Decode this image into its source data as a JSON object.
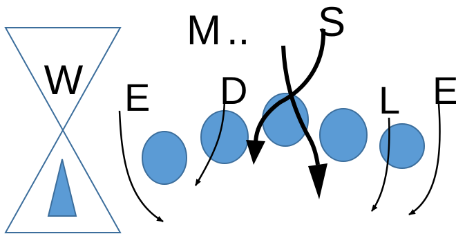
{
  "labels": {
    "w": "W",
    "m": "M",
    "dots": "..",
    "s": "S",
    "e1": "E",
    "d": "D",
    "l": "L",
    "e2": "E"
  },
  "colors": {
    "outline": "#3c6e9c",
    "fill": "#5b9bd5",
    "ink": "#000000",
    "background": "#ffffff"
  }
}
